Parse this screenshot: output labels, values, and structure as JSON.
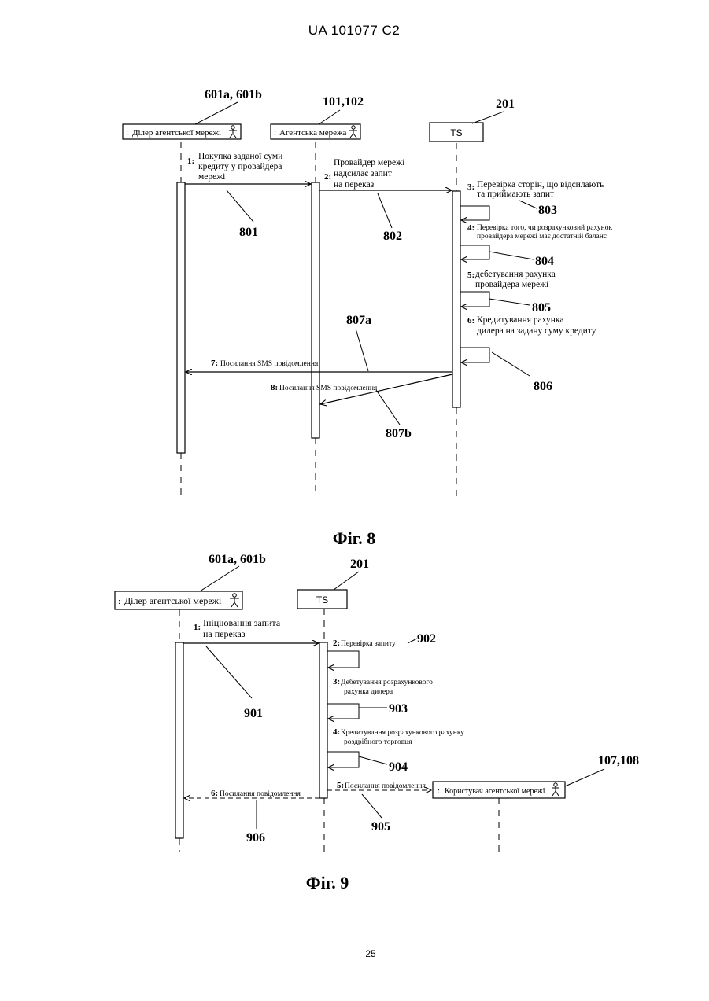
{
  "header": {
    "doc_id": "UA   101077   C2"
  },
  "fig8": {
    "refs": {
      "dealer": "601a, 601b",
      "agent": "101,102",
      "ts": "201"
    },
    "boxes": {
      "dealer": "Ділер агентської мережі",
      "agent": "Агентська мережа",
      "ts": "TS"
    },
    "colon": ":",
    "messages": [
      {
        "num": "1:",
        "lines": [
          "Покупка заданої суми",
          "кредиту у провайдера",
          "мережі"
        ]
      },
      {
        "num": "2:",
        "lines": [
          "Провайдер мережі",
          "надсилає запит",
          "на переказ"
        ]
      },
      {
        "num": "3:",
        "lines": [
          "Перевірка сторін, що відсилають",
          "та приймають запит"
        ]
      },
      {
        "num": "4:",
        "lines": [
          "Перевірка того, чи розрахунковий рахунок",
          "провайдера мережі має достатній баланс"
        ]
      },
      {
        "num": "5:",
        "lines": [
          "дебетування рахунка",
          "провайдера мережі"
        ]
      },
      {
        "num": "6:",
        "lines": [
          "Кредитування рахунка",
          "дилера на задану суму кредиту"
        ]
      },
      {
        "num": "7:",
        "lines": [
          "Посилання SMS повідомлення"
        ]
      },
      {
        "num": "8:",
        "lines": [
          "Посилання SMS повідомлення"
        ]
      }
    ],
    "callouts": [
      "801",
      "802",
      "803",
      "804",
      "805",
      "806",
      "807a",
      "807b"
    ],
    "caption": "Фіг. 8"
  },
  "fig9": {
    "refs": {
      "dealer": "601a, 601b",
      "ts": "201",
      "user": "107,108"
    },
    "boxes": {
      "dealer": "Ділер агентської мережі",
      "ts": "TS",
      "user": "Користувач агентської мережі"
    },
    "colon": ":",
    "messages": [
      {
        "num": "1:",
        "lines": [
          "Ініціювання запита",
          "на переказ"
        ]
      },
      {
        "num": "2:",
        "lines": [
          "Перевірка запиту"
        ]
      },
      {
        "num": "3:",
        "lines": [
          "Дебетування розрахункового",
          "рахунка дилера"
        ]
      },
      {
        "num": "4:",
        "lines": [
          "Кредитування розрахункового рахунку",
          "роздрібного торговця"
        ]
      },
      {
        "num": "5:",
        "lines": [
          "Посилання повідомлення"
        ]
      },
      {
        "num": "6:",
        "lines": [
          "Посилання повідомлення"
        ]
      }
    ],
    "callouts": [
      "901",
      "902",
      "903",
      "904",
      "905",
      "906"
    ],
    "caption": "Фіг. 9"
  },
  "footer": {
    "page_number": "25"
  }
}
